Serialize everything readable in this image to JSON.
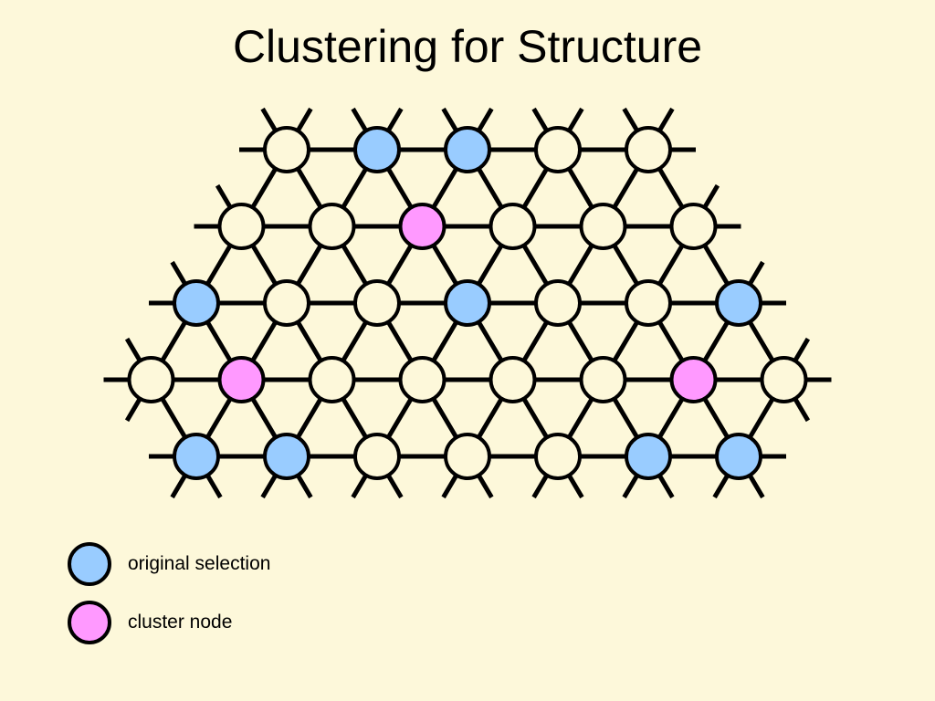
{
  "title": "Clustering for Structure",
  "colors": {
    "background": "#FDF8DA",
    "plain": "#FDF8DA",
    "selected": "#99CCFF",
    "cluster": "#FF99FF",
    "stroke": "#000000"
  },
  "lattice": {
    "rows": [
      [
        "plain",
        "selected",
        "selected",
        "plain",
        "plain"
      ],
      [
        "plain",
        "plain",
        "cluster",
        "plain",
        "plain",
        "plain"
      ],
      [
        "selected",
        "plain",
        "plain",
        "selected",
        "plain",
        "plain",
        "selected"
      ],
      [
        "plain",
        "cluster",
        "plain",
        "plain",
        "plain",
        "plain",
        "cluster",
        "plain"
      ],
      [
        "selected",
        "selected",
        "plain",
        "plain",
        "plain",
        "selected",
        "selected"
      ]
    ]
  },
  "legend": [
    {
      "kind": "selected",
      "label": "original selection"
    },
    {
      "kind": "cluster",
      "label": "cluster node"
    }
  ]
}
